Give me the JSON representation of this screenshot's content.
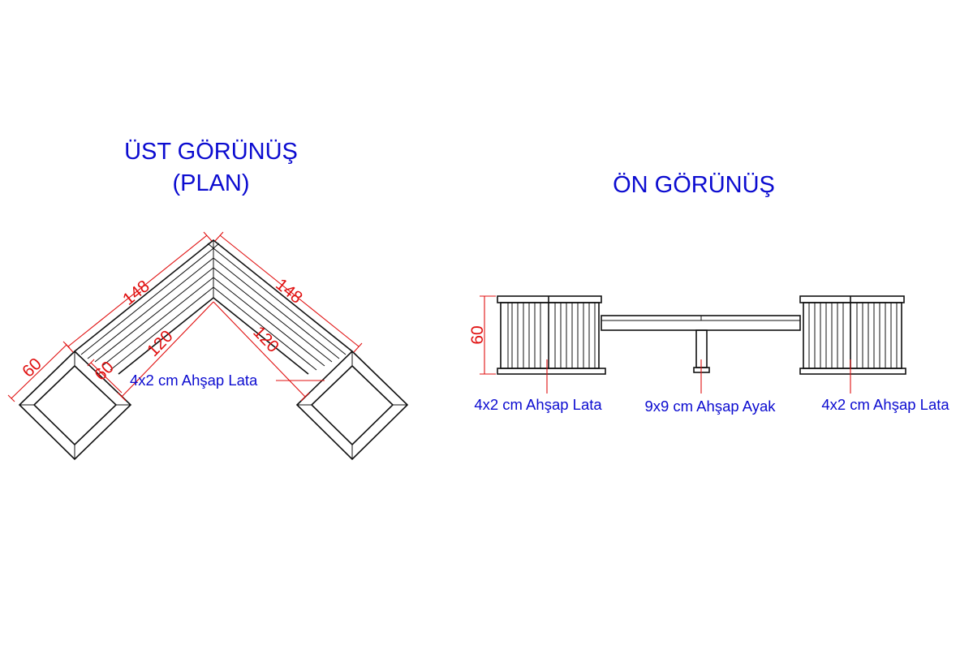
{
  "plan_view": {
    "title_line1": "ÜST GÖRÜNÜŞ",
    "title_line2": "(PLAN)",
    "dim_outer_left": "148",
    "dim_outer_right": "148",
    "dim_inner_left": "120",
    "dim_inner_right": "120",
    "dim_box": "60",
    "dim_box_inner": "60",
    "callout_slat": "4x2 cm Ahşap Lata"
  },
  "front_view": {
    "title": "ÖN GÖRÜNÜŞ",
    "dim_height": "60",
    "callout_slat_left": "4x2 cm Ahşap Lata",
    "callout_leg": "9x9 cm Ahşap Ayak",
    "callout_slat_right": "4x2 cm Ahşap Lata"
  },
  "colors": {
    "title": "#0b0bd0",
    "dimension": "#e01010",
    "linework": "#111111"
  }
}
